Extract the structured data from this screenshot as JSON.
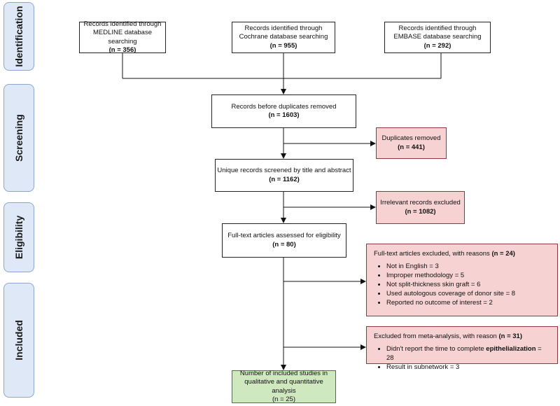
{
  "phases": [
    "Identification",
    "Screening",
    "Eligibility",
    "Included"
  ],
  "identification": [
    {
      "text": "Records identified through MEDLINE database searching",
      "count": "(n = 356)"
    },
    {
      "text": "Records identified through Cochrane database searching",
      "count": "(n = 955)"
    },
    {
      "text": "Records identified through EMBASE database searching",
      "count": "(n = 292)"
    }
  ],
  "main": [
    {
      "text": "Records before duplicates removed",
      "count": "(n = 1603)"
    },
    {
      "text": "Unique records screened by title and abstract",
      "count": "(n = 1162)"
    },
    {
      "text": "Full-text articles assessed for eligibility",
      "count": "(n = 80)"
    }
  ],
  "duplicates": {
    "text": "Duplicates removed",
    "count": "(n = 441)"
  },
  "irrelevant": {
    "text": "Irrelevant records excluded",
    "count": "(n = 1082)"
  },
  "fulltext_excluded": {
    "title": "Full-text articles excluded, with reasons",
    "count": "(n = 24)",
    "reasons": [
      "Not in English = 3",
      "Improper methodology = 5",
      "Not split-thickness skin graft = 6",
      "Used autologous coverage of donor site = 8",
      "Reported no outcome of interest = 2"
    ]
  },
  "meta_excluded": {
    "title": "Excluded from meta-analysis, with reason",
    "count": "(n = 31)",
    "reason1_prefix": "Didn't report the time to complete ",
    "reason1_bold": "epithelialization",
    "reason1_suffix": " = 28",
    "reason2": "Result in subnetwork = 3"
  },
  "included": {
    "line1": "Number of included studies in",
    "line2": "qualitative and quantitative analysis",
    "count": "(n = 25)"
  },
  "colors": {
    "phase_fill": "#dfe8f7",
    "phase_border": "#8ea6cf",
    "excluded_fill": "#f6d2d2",
    "included_fill": "#cfe8bf"
  }
}
